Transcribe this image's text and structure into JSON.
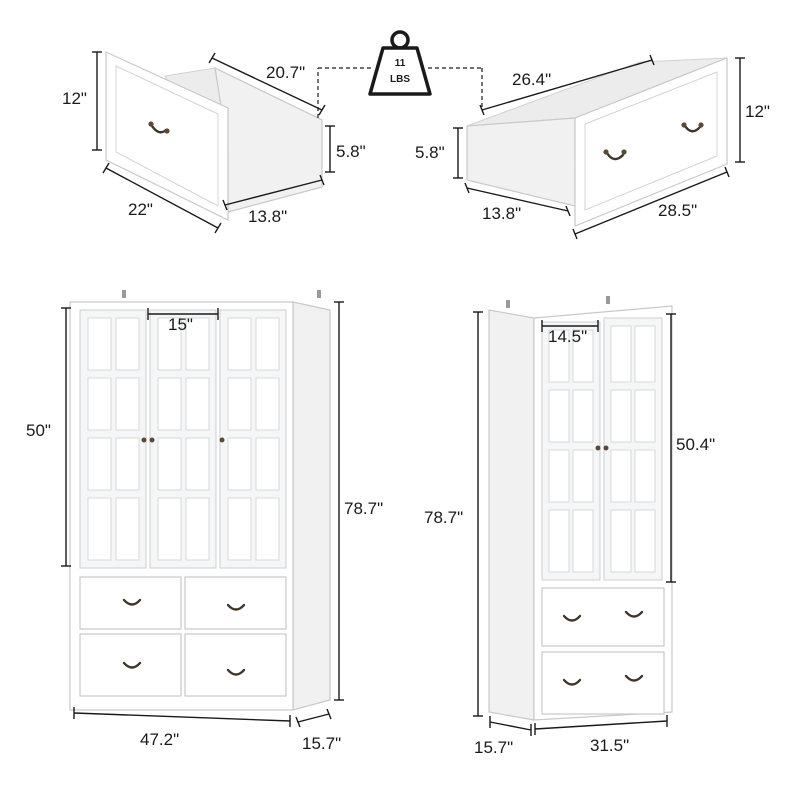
{
  "weight_badge": {
    "value": "11",
    "unit": "LBS"
  },
  "left_drawer": {
    "height": "12\"",
    "depth": "20.7\"",
    "inner_height": "5.8\"",
    "width": "22\"",
    "inner_width": "13.8\""
  },
  "right_drawer": {
    "depth": "26.4\"",
    "height": "12\"",
    "inner_height": "5.8\"",
    "inner_width": "13.8\"",
    "width": "28.5\""
  },
  "wide_cabinet": {
    "door_width": "15\"",
    "glass_height": "50\"",
    "total_height": "78.7\"",
    "width": "47.2\"",
    "depth": "15.7\""
  },
  "narrow_cabinet": {
    "door_width": "14.5\"",
    "glass_height": "50.4\"",
    "total_height": "78.7\"",
    "depth": "15.7\"",
    "width": "31.5\""
  }
}
